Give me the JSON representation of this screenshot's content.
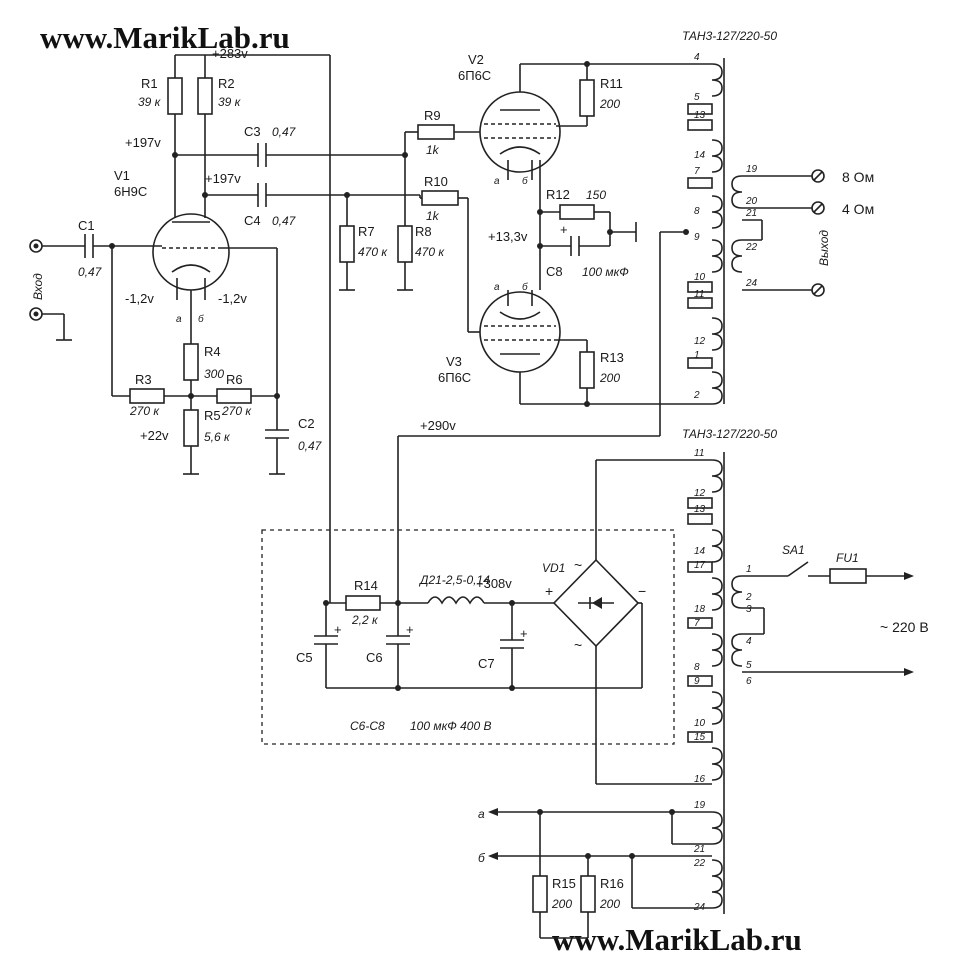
{
  "watermarks": {
    "top": "www.MarikLab.ru",
    "bottom": "www.MarikLab.ru"
  },
  "transformers": {
    "output": "ТАН3-127/220-50",
    "power": "ТАН3-127/220-50"
  },
  "tubes": {
    "v1": {
      "name": "V1",
      "type": "6Н9С"
    },
    "v2": {
      "name": "V2",
      "type": "6П6С"
    },
    "v3": {
      "name": "V3",
      "type": "6П6С"
    }
  },
  "resistors": {
    "r1": {
      "name": "R1",
      "value": "39 к"
    },
    "r2": {
      "name": "R2",
      "value": "39 к"
    },
    "r3": {
      "name": "R3",
      "value": "270 к"
    },
    "r4": {
      "name": "R4",
      "value": "300"
    },
    "r5": {
      "name": "R5",
      "value": "5,6 к"
    },
    "r6": {
      "name": "R6",
      "value": "270 к"
    },
    "r7": {
      "name": "R7",
      "value": "470 к"
    },
    "r8": {
      "name": "R8",
      "value": "470 к"
    },
    "r9": {
      "name": "R9",
      "value": "1k"
    },
    "r10": {
      "name": "R10",
      "value": "1k"
    },
    "r11": {
      "name": "R11",
      "value": "200"
    },
    "r12": {
      "name": "R12",
      "value": "150"
    },
    "r13": {
      "name": "R13",
      "value": "200"
    },
    "r14": {
      "name": "R14",
      "value": "2,2 к"
    },
    "r15": {
      "name": "R15",
      "value": "200"
    },
    "r16": {
      "name": "R16",
      "value": "200"
    }
  },
  "capacitors": {
    "c1": {
      "name": "C1",
      "value": "0,47"
    },
    "c2": {
      "name": "C2",
      "value": "0,47"
    },
    "c3": {
      "name": "C3",
      "value": "0,47"
    },
    "c4": {
      "name": "C4",
      "value": "0,47"
    },
    "c5": {
      "name": "C5"
    },
    "c6": {
      "name": "C6"
    },
    "c7": {
      "name": "C7"
    },
    "c8": {
      "name": "C8",
      "value": "100 мкФ"
    }
  },
  "voltages": {
    "v283": "+283v",
    "v197a": "+197v",
    "v197b": "+197v",
    "vneg1": "-1,2v",
    "vneg2": "-1,2v",
    "v22": "+22v",
    "v13": "+13,3v",
    "v290": "+290v",
    "v308": "+308v"
  },
  "io": {
    "input": "Вход",
    "output": "Выход",
    "ohm8": "8 Ом",
    "ohm4": "4 Ом",
    "mains": "~ 220 В"
  },
  "psu": {
    "choke": "Д21-2,5-0,14",
    "bridge": "VD1",
    "switch": "SA1",
    "fuse": "FU1",
    "caps_note_a": "C6-C8",
    "caps_note_b": "100 мкФ 400 В",
    "plus": "+",
    "minus": "−",
    "tilde": "~"
  },
  "filaments": {
    "a": "а",
    "b": "б"
  },
  "pins": {
    "output_primary": [
      "4",
      "5",
      "13",
      "14",
      "7",
      "8",
      "9",
      "10",
      "11",
      "12",
      "1",
      "2"
    ],
    "output_secondary": [
      "19",
      "20",
      "21",
      "22",
      "24"
    ],
    "power_secondary": [
      "11",
      "12",
      "13",
      "14",
      "17",
      "18",
      "7",
      "8",
      "9",
      "10",
      "15",
      "16"
    ],
    "power_primary": [
      "1",
      "2",
      "3",
      "4",
      "5",
      "6"
    ],
    "heater": [
      "19",
      "21",
      "22",
      "24"
    ]
  }
}
